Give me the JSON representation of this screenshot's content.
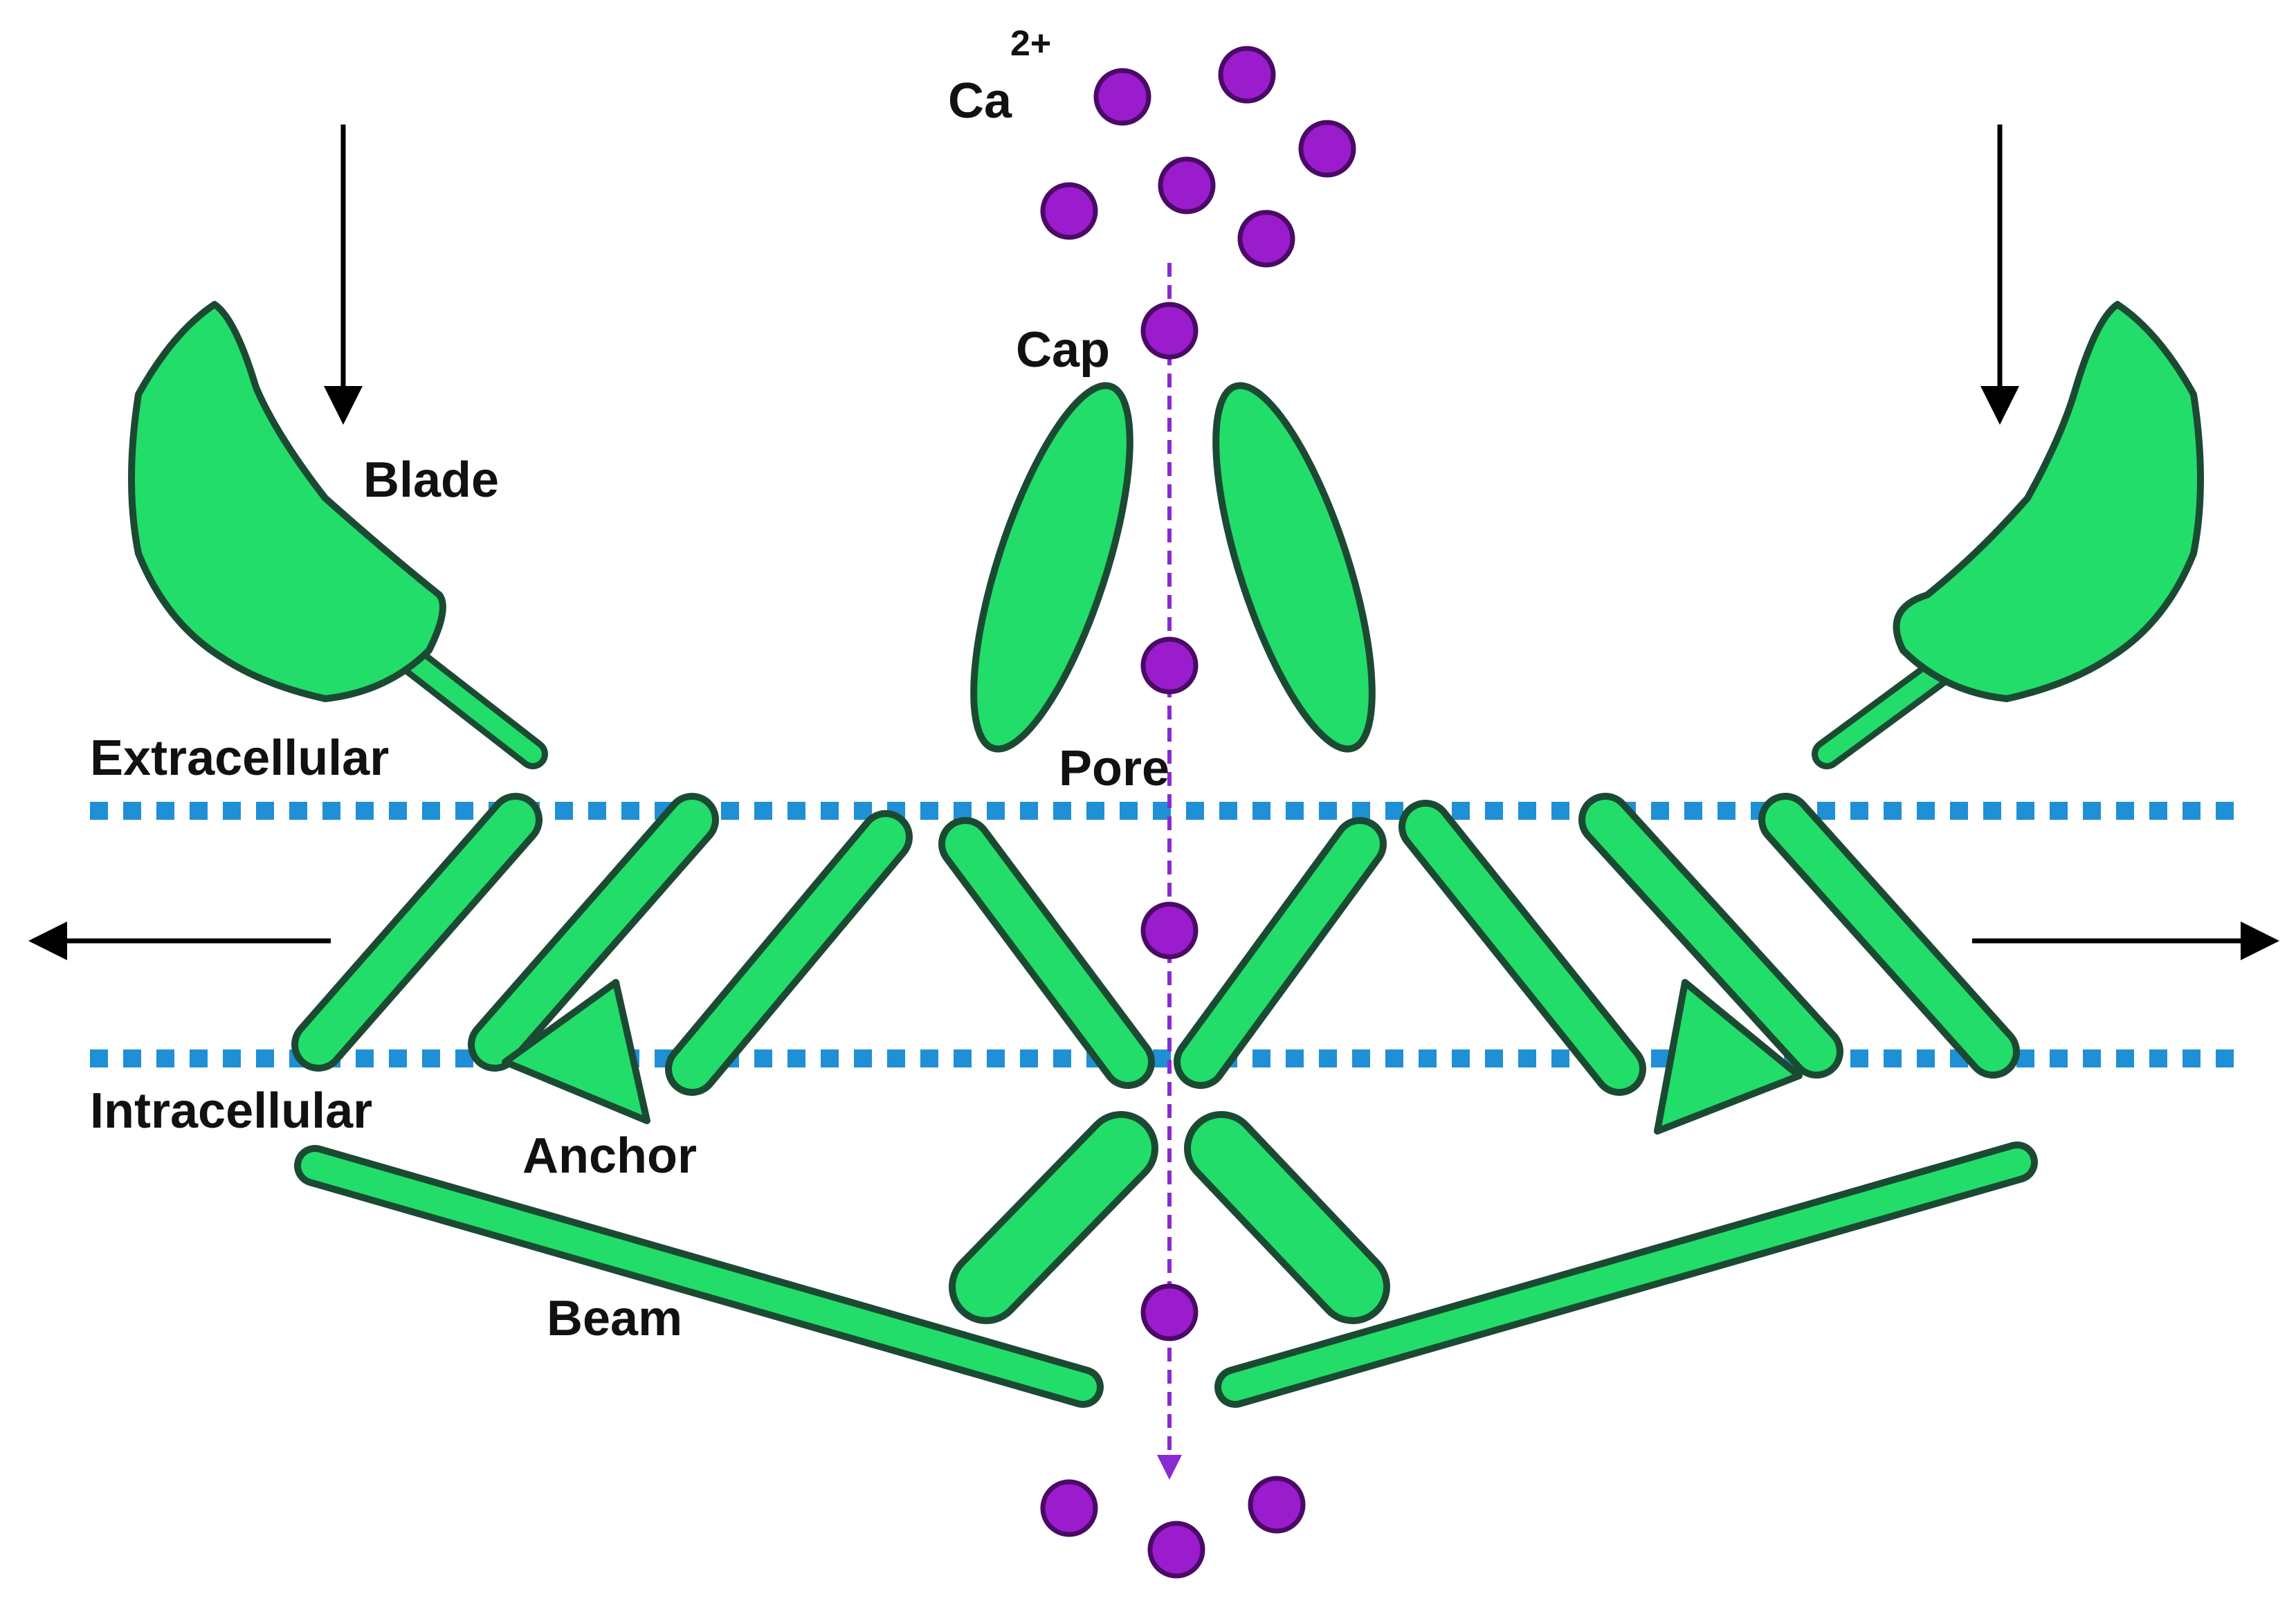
{
  "labels": {
    "ion_symbol": "Ca",
    "ion_charge": "2+",
    "cap": "Cap",
    "blade": "Blade",
    "extracellular": "Extracellular",
    "pore": "Pore",
    "intracellular": "Intracellular",
    "anchor": "Anchor",
    "beam": "Beam"
  },
  "colors": {
    "protein_fill": "#22dd6a",
    "protein_outline": "#1b4a33",
    "membrane": "#1f8fd6",
    "ion": "#9a1ccc",
    "ion_path": "#8a2ad0",
    "force_arrow": "#000000"
  },
  "icons": {
    "force": "arrow",
    "ion": "circle",
    "membrane": "dotted-line"
  }
}
